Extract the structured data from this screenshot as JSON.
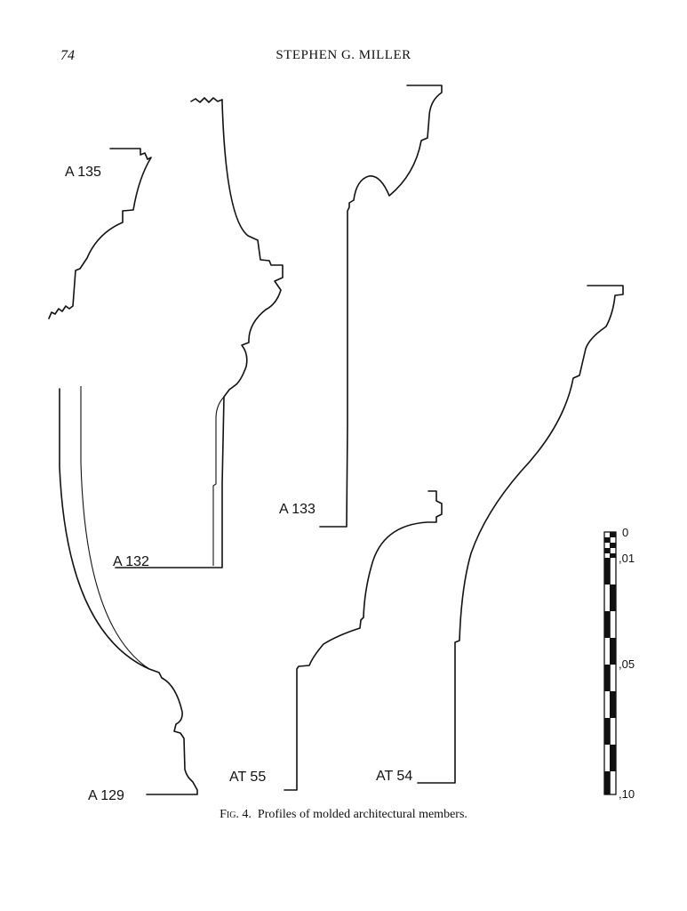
{
  "header": {
    "page_number": "74",
    "running_head": "STEPHEN G. MILLER"
  },
  "figure": {
    "profile_labels": {
      "a135": "A 135",
      "a132": "A 132",
      "a133": "A 133",
      "a129": "A 129",
      "at55": "AT 55",
      "at54": "AT 54"
    },
    "scale_labels": {
      "s0": "0",
      "s01": ",01",
      "s05": ",05",
      "s10": ",10"
    }
  },
  "caption": {
    "label": "Fig. 4.",
    "text": "Profiles of molded architectural members."
  }
}
